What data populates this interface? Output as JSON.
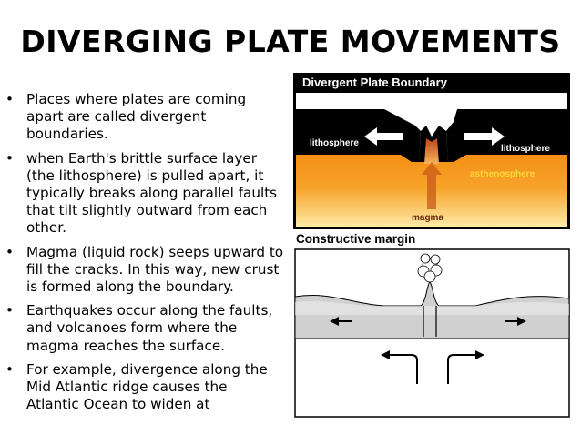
{
  "slide": {
    "title": "DIVERGING PLATE MOVEMENTS",
    "bullet_symbol": "•",
    "bullets": [
      "Places where plates are coming apart are called divergent boundaries.",
      "when Earth's brittle surface layer (the lithosphere) is pulled apart, it typically breaks along parallel faults that tilt slightly outward from each other.",
      "Magma (liquid rock) seeps upward to fill the cracks. In this way, new crust is formed along the boundary.",
      "Earthquakes occur along the faults, and volcanoes form where the magma reaches the surface.",
      "For example, divergence along the Mid Atlantic ridge causes the Atlantic Ocean to widen at"
    ]
  },
  "figure1": {
    "title": "Divergent Plate Boundary",
    "label_left": "lithosphere",
    "label_right": "lithosphere",
    "label_asthenosphere": "asthenosphere",
    "label_magma": "magma"
  },
  "figure2": {
    "caption": "Constructive margin"
  },
  "colors": {
    "figure_bg": "#000000",
    "magma_hot": "#f6a11a",
    "magma_light": "#fde79a",
    "asthenosphere_text": "#ffd83a",
    "crust_fill": "#cfcfcf",
    "ocean_fill": "#f0f0f0"
  }
}
